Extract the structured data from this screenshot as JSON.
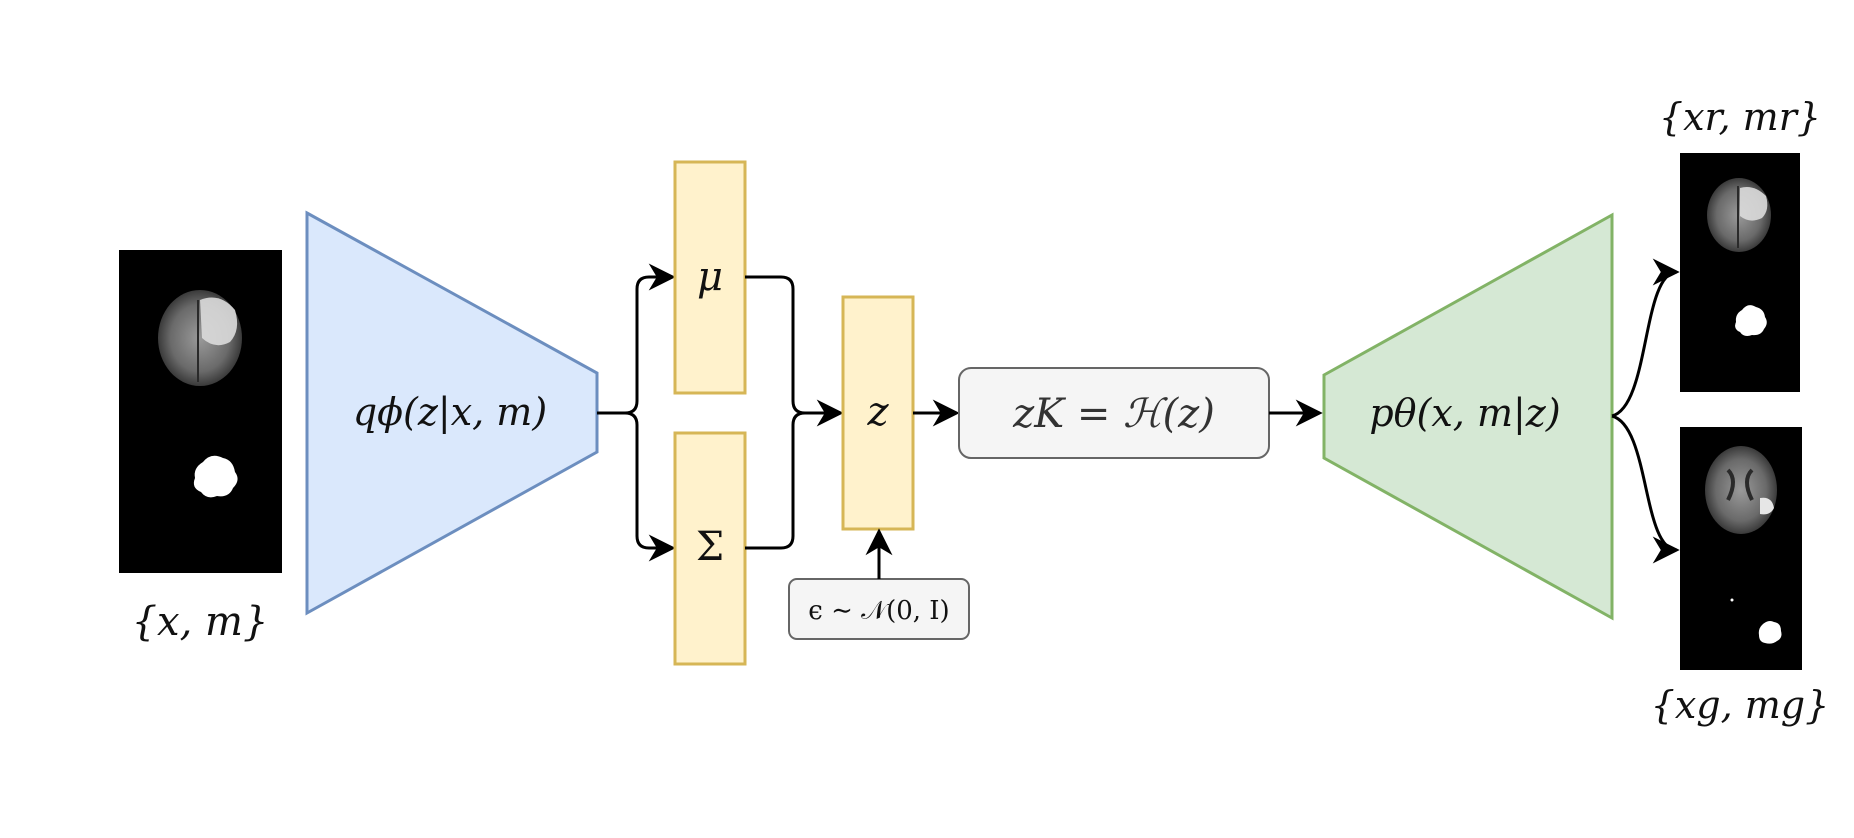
{
  "input": {
    "label": "{x, m}"
  },
  "encoder": {
    "label": "qϕ(z|x, m)",
    "fill": "#dae8fc",
    "stroke": "#6c8ebf"
  },
  "latent": {
    "mu_label": "μ",
    "sigma_label": "Σ",
    "z_label": "z",
    "fill": "#fff2cc",
    "stroke": "#d6b656"
  },
  "noise": {
    "label": "ϵ ∼ 𝒩(0, I)"
  },
  "flow": {
    "label": "zK = ℋ(z)",
    "fill": "#f5f5f5",
    "stroke": "#666666"
  },
  "decoder": {
    "label": "pθ(x, m|z)",
    "fill": "#d5e8d4",
    "stroke": "#82b366"
  },
  "outputs": {
    "recon_label": "{xr, mr}",
    "gen_label": "{xg, mg}"
  }
}
